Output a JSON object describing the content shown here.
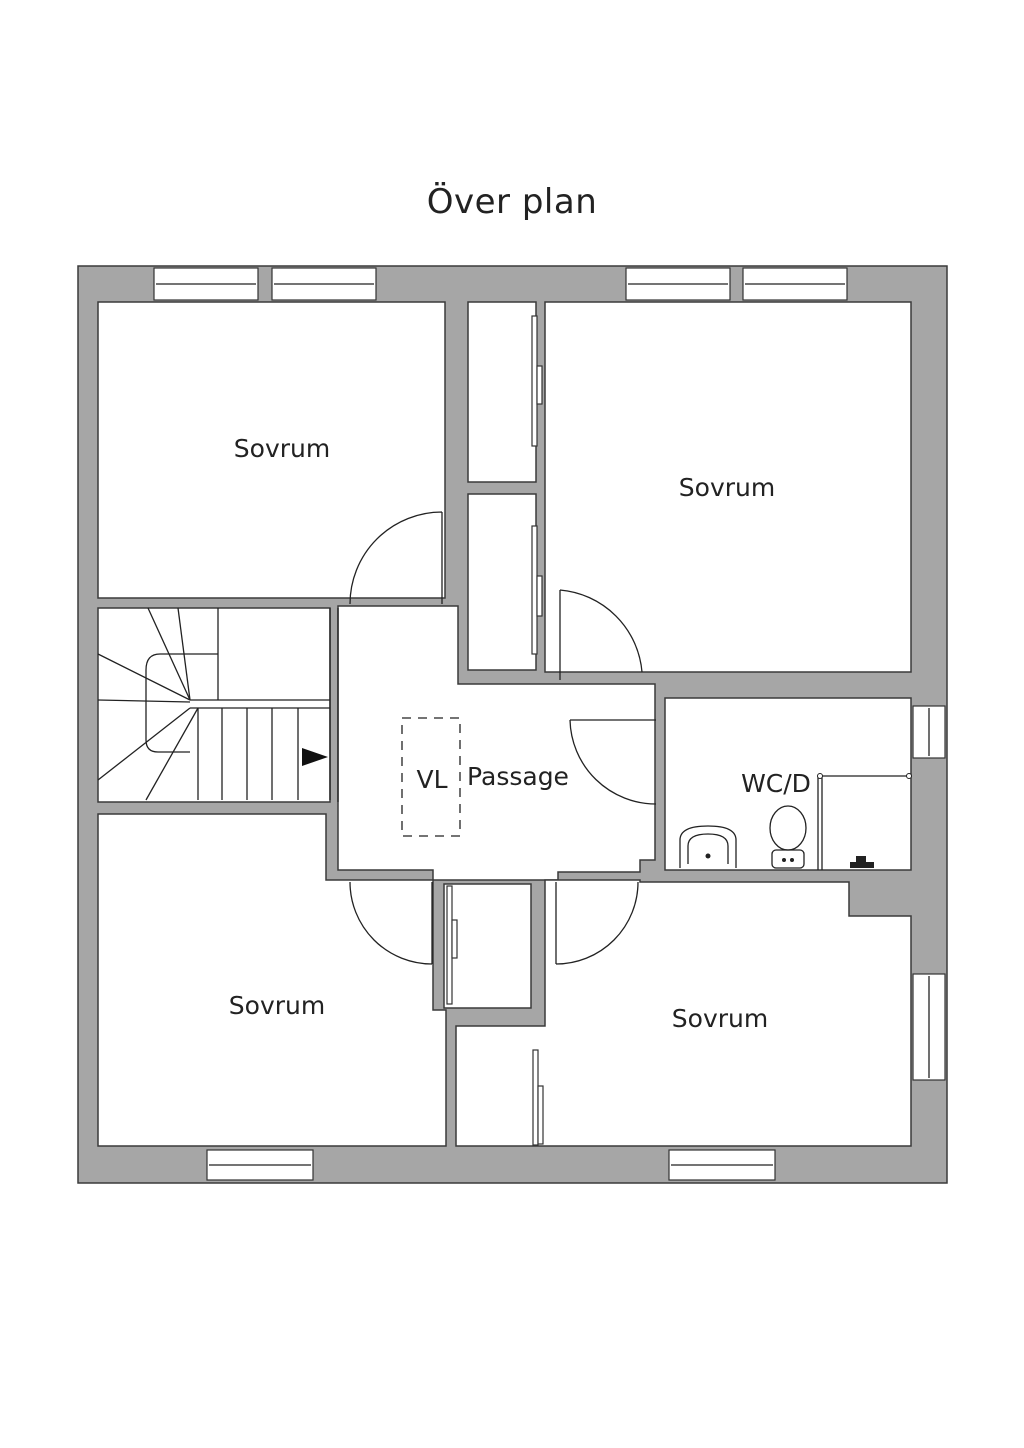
{
  "title": "Över plan",
  "rooms": {
    "bedroom_nw": "Sovrum",
    "bedroom_ne": "Sovrum",
    "bedroom_sw": "Sovrum",
    "bedroom_se": "Sovrum",
    "passage": "Passage",
    "vl": "VL",
    "wc": "WC/D"
  },
  "colors": {
    "wall": "#a6a6a6",
    "line": "#222222",
    "background": "#ffffff"
  }
}
